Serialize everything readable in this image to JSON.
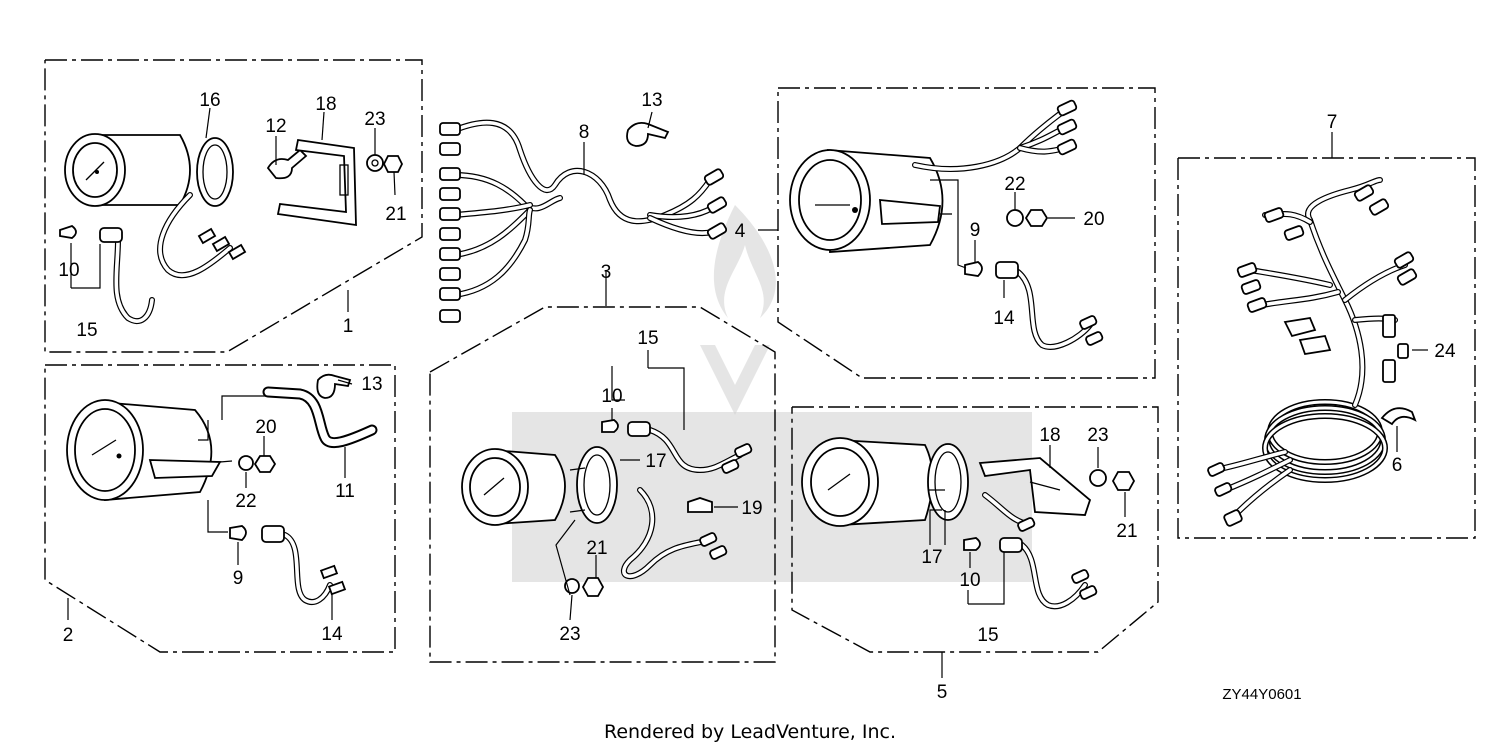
{
  "diagram": {
    "code": "ZY44Y0601",
    "footer": "Rendered by LeadVenture, Inc.",
    "assemblies": {
      "a1": {
        "number": "1",
        "parts": [
          "16",
          "12",
          "18",
          "23",
          "21",
          "10",
          "15"
        ]
      },
      "a2": {
        "number": "2",
        "parts": [
          "13",
          "20",
          "22",
          "11",
          "9",
          "14"
        ]
      },
      "a3": {
        "number": "3",
        "parts": [
          "15",
          "10",
          "17",
          "19",
          "21",
          "23"
        ]
      },
      "a4": {
        "number": "4",
        "parts": [
          "22",
          "20",
          "9",
          "14"
        ]
      },
      "a5": {
        "number": "5",
        "parts": [
          "18",
          "23",
          "21",
          "17",
          "10",
          "15"
        ]
      },
      "a7": {
        "number": "7",
        "parts": [
          "24",
          "6"
        ]
      }
    },
    "loose": {
      "harness": "8",
      "clip": "13"
    }
  }
}
